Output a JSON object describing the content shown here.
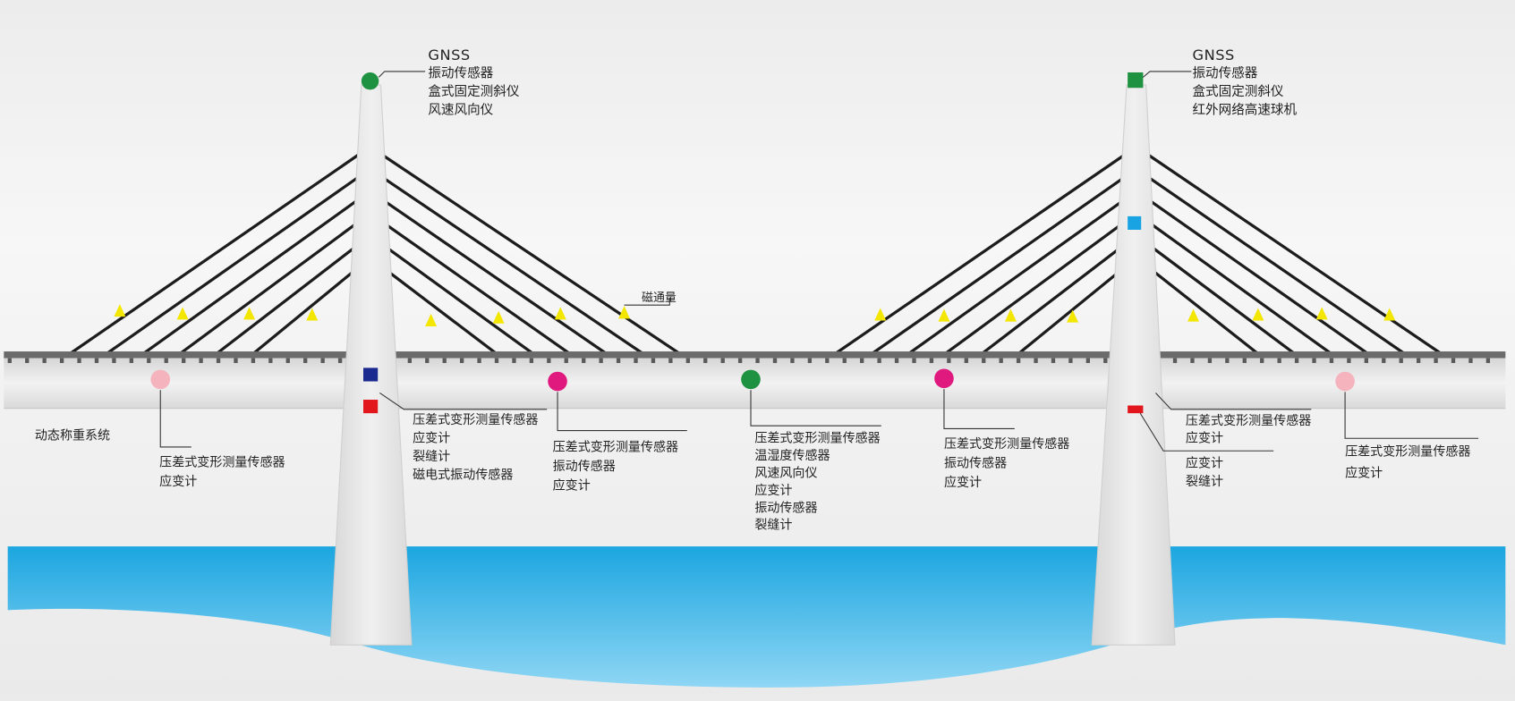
{
  "colors": {
    "cable": "#1c1c1c",
    "tower": "#e3e3e3",
    "deck": "#dcdcdc",
    "water_top": "#1ca6e0",
    "water_bottom": "#7fd0f2",
    "marker_green": "#1e9240",
    "marker_magenta": "#e0197e",
    "marker_pink": "#f4b3bd",
    "marker_navy": "#1a2a8f",
    "marker_red": "#e2161d",
    "marker_cyan": "#1aa3e3",
    "magnet_triangle": "#f3e600"
  },
  "tower_left_top": {
    "gnss": "GNSS",
    "items": [
      "振动传感器",
      "盒式固定测斜仪",
      "风速风向仪"
    ]
  },
  "tower_right_top": {
    "gnss": "GNSS",
    "items": [
      "振动传感器",
      "盒式固定测斜仪",
      "红外网络高速球机"
    ]
  },
  "magnetic_flux": "磁通量",
  "weigh_in_motion": "动态称重系统",
  "deck_left": [
    "压差式变形测量传感器",
    "应变计"
  ],
  "tower_left_base": [
    "压差式变形测量传感器",
    "应变计",
    "裂缝计",
    "磁电式振动传感器"
  ],
  "span_left": [
    "压差式变形测量传感器",
    "振动传感器",
    "应变计"
  ],
  "midspan": [
    "压差式变形测量传感器",
    "温湿度传感器",
    "风速风向仪",
    "应变计",
    "振动传感器",
    "裂缝计"
  ],
  "span_right": [
    "压差式变形测量传感器",
    "振动传感器",
    "应变计"
  ],
  "tower_right_base": [
    "压差式变形测量传感器",
    "应变计",
    "应变计",
    "裂缝计"
  ],
  "deck_right": [
    "压差式变形测量传感器",
    "应变计"
  ]
}
